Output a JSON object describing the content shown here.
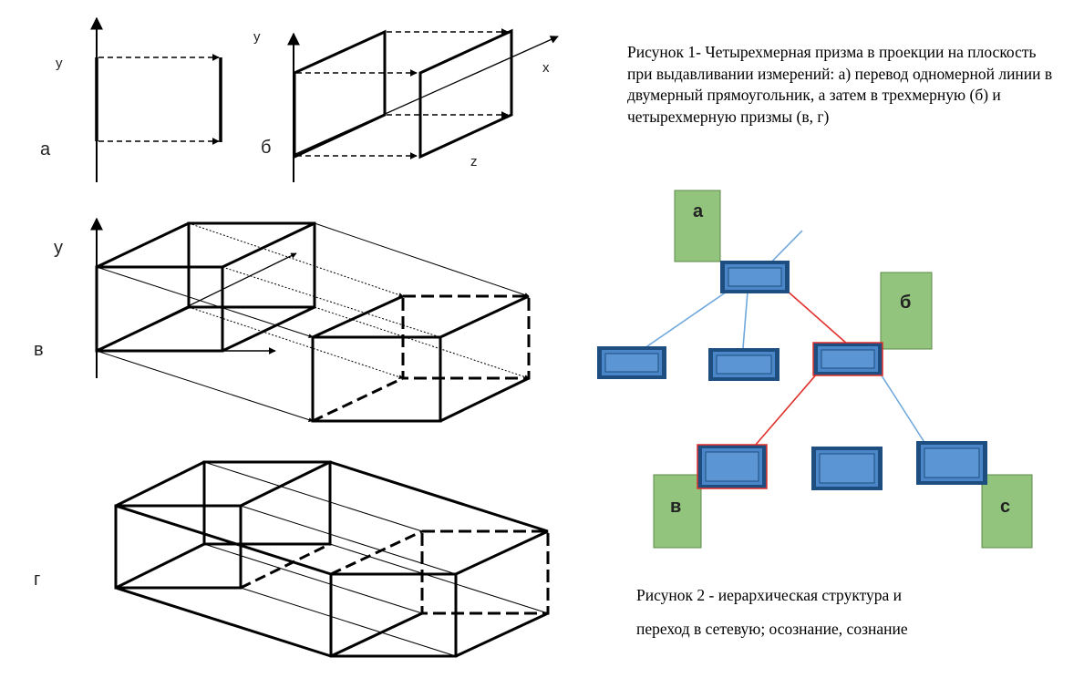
{
  "figure1": {
    "caption": "Рисунок 1- Четырехмерная призма  в проекции на плоскость при выдавливании измерений: а) перевод одномерной линии в двумерный прямоугольник, а затем в трехмерную  (б) и четырехмерную призмы (в, г)",
    "panel_a": {
      "label": "а",
      "axis_y": "y"
    },
    "panel_b": {
      "label": "б",
      "axis_y": "y",
      "axis_x": "x",
      "axis_z": "z"
    },
    "panel_v": {
      "label": "в",
      "axis_y": "y"
    },
    "panel_g": {
      "label": "г"
    }
  },
  "figure2": {
    "caption_line1": "Рисунок 2 - иерархическая структура и",
    "caption_line2": "переход в сетевую; осознание, сознание",
    "labels": {
      "a": "а",
      "b": "б",
      "v": "в",
      "c": "с"
    },
    "colors": {
      "node_fill": "#4a86c8",
      "node_dark": "#1e4d80",
      "label_box": "#93c47d",
      "edge_blue": "#6fa8dc",
      "edge_red": "#e0302a"
    }
  }
}
